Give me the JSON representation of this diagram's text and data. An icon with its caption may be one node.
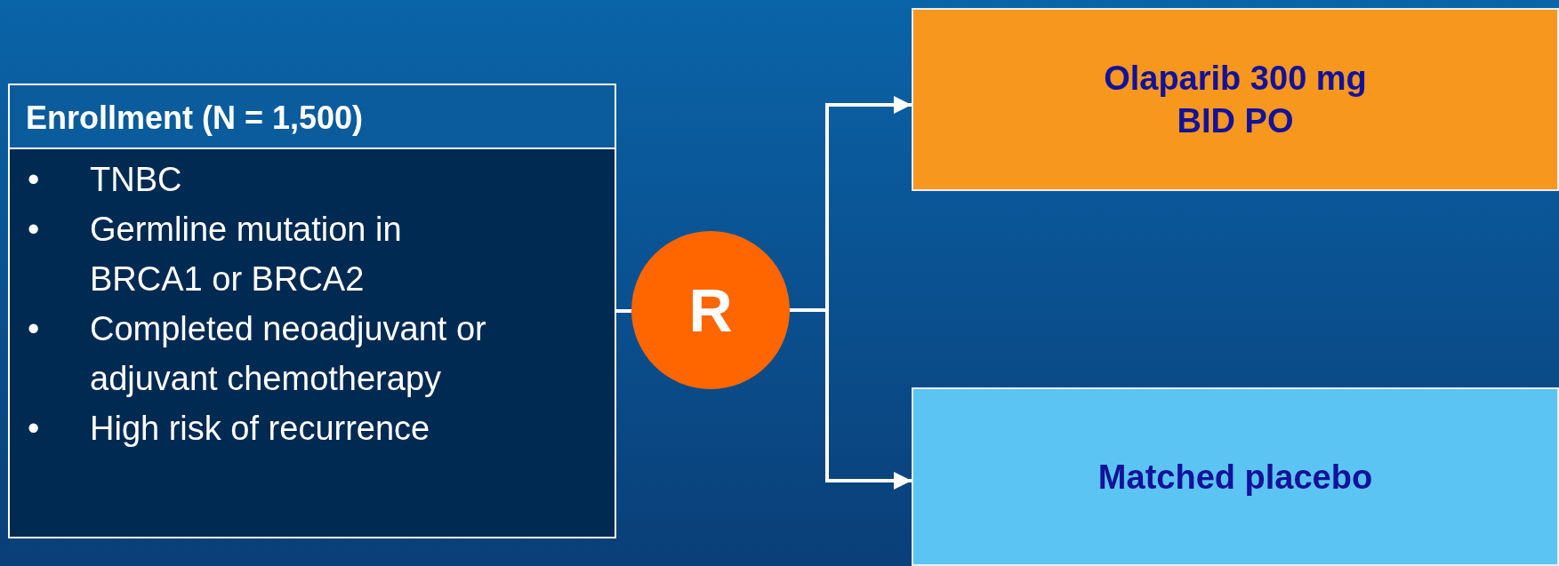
{
  "diagram": {
    "nodes": [
      {
        "text": [
          "Enrollment (N = 1,500)",
          "TNBC",
          "Germline mutation in BRCA1 or BRCA2",
          "Completed neoadjuvant or adjuvant chemotherapy",
          "High risk of recurrence"
        ]
      },
      {
        "text": [
          "R"
        ]
      },
      {
        "text": [
          "Olaparib 300 mg BID PO"
        ]
      },
      {
        "text": [
          "Matched placebo"
        ]
      }
    ],
    "edges": [
      {
        "from": 0,
        "to": 1,
        "arrow": "none"
      },
      {
        "from": 1,
        "to": 2,
        "arrow": "to"
      },
      {
        "from": 1,
        "to": 3,
        "arrow": "to"
      }
    ],
    "labels": [
      "•",
      "•",
      "•",
      "•"
    ]
  }
}
